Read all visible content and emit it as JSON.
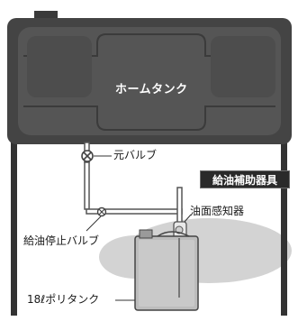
{
  "diagram": {
    "title": "給油補助器具",
    "tank_label": "ホームタンク",
    "labels": {
      "main_valve": "元バルブ",
      "fuel_stop_valve": "給油停止バルブ",
      "level_sensor": "油面感知器",
      "poly_tank": "18ℓポリタンク"
    }
  }
}
